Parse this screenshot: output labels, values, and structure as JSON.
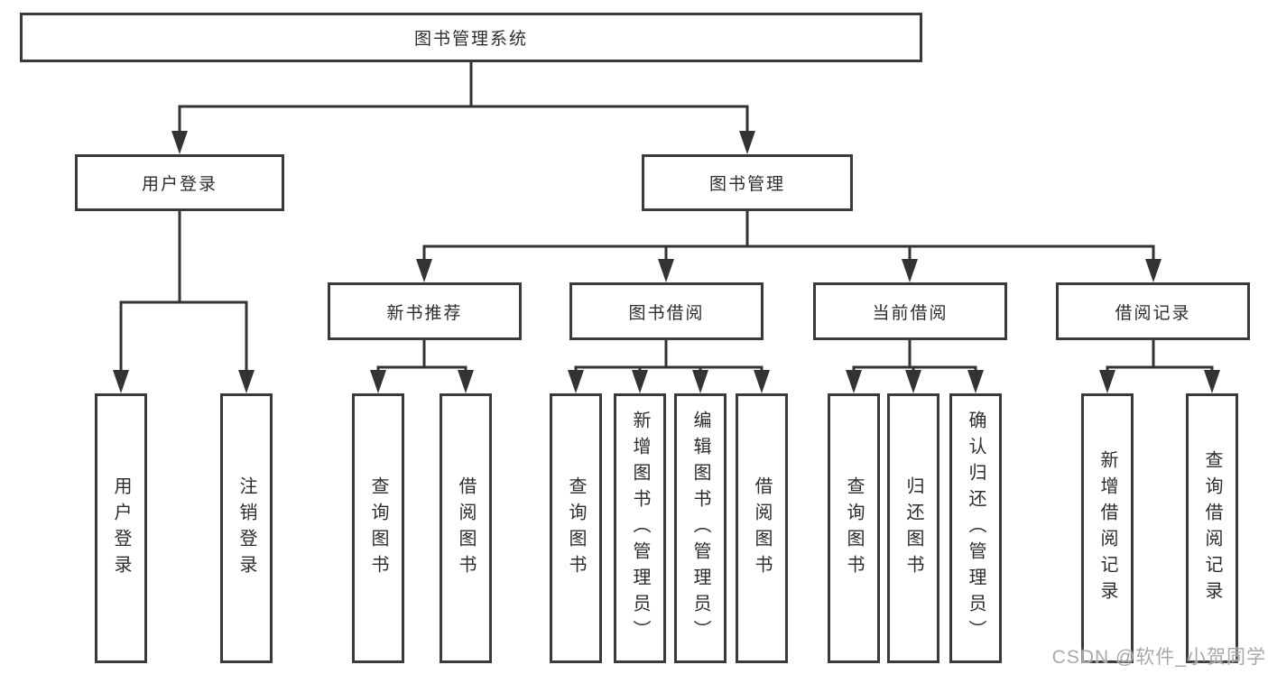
{
  "tree": {
    "label": "图书管理系统",
    "children": [
      {
        "label": "用户登录",
        "children": [
          {
            "label": "用户登录"
          },
          {
            "label": "注销登录"
          }
        ]
      },
      {
        "label": "图书管理",
        "children": [
          {
            "label": "新书推荐",
            "children": [
              {
                "label": "查询图书"
              },
              {
                "label": "借阅图书"
              }
            ]
          },
          {
            "label": "图书借阅",
            "children": [
              {
                "label": "查询图书"
              },
              {
                "label": "新增图书（管理员）"
              },
              {
                "label": "编辑图书（管理员）"
              },
              {
                "label": "借阅图书"
              }
            ]
          },
          {
            "label": "当前借阅",
            "children": [
              {
                "label": "查询图书"
              },
              {
                "label": "归还图书"
              },
              {
                "label": "确认归还（管理员）"
              }
            ]
          },
          {
            "label": "借阅记录",
            "children": [
              {
                "label": "新增借阅记录"
              },
              {
                "label": "查询借阅记录"
              }
            ]
          }
        ]
      }
    ]
  },
  "watermark": {
    "text": "CSDN @软件_小贺同学"
  },
  "colors": {
    "line": "#333333",
    "box_border": "#3a3a3a",
    "text": "#2d2d2d",
    "watermark": "#a8a8a8",
    "background": "#ffffff"
  }
}
